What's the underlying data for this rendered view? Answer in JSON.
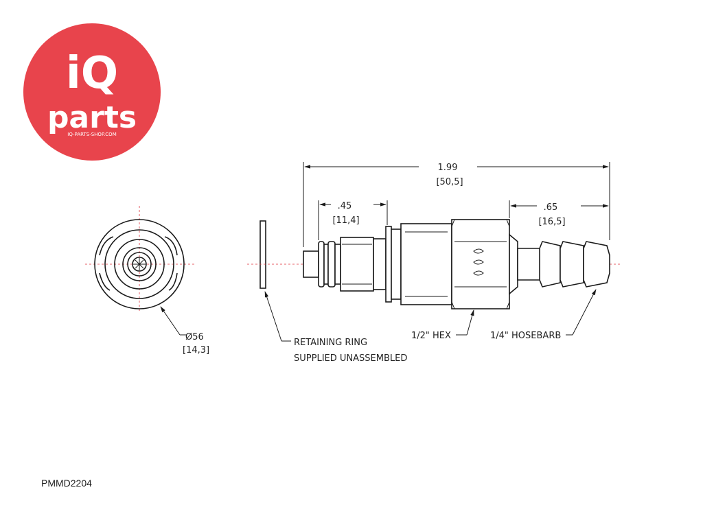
{
  "logo": {
    "brand_top": "iQ",
    "brand_bottom": "parts",
    "url": "IQ-PARTS-SHOP.COM",
    "color": "#e8444c"
  },
  "dimensions": {
    "overall": {
      "inch": "1.99",
      "mm": "[50,5]"
    },
    "front": {
      "inch": ".45",
      "mm": "[11,4]"
    },
    "barb": {
      "inch": ".65",
      "mm": "[16,5]"
    },
    "diameter": {
      "inch": "Ø56",
      "mm": "[14,3]"
    }
  },
  "notes": {
    "retaining_ring_line1": "RETAINING RING",
    "retaining_ring_line2": "SUPPLIED UNASSEMBLED",
    "hex": "1/2\" HEX",
    "hosebarb": "1/4\" HOSEBARB"
  },
  "part_number": "PMMD2204"
}
